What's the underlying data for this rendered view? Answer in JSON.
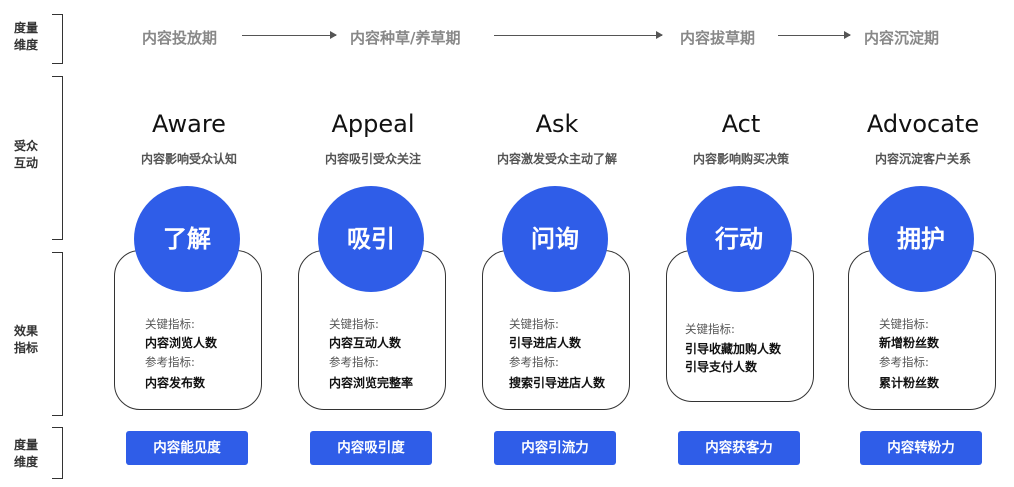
{
  "side_labels": {
    "top": "度量\n维度",
    "mid": "受众\n互动",
    "effect": "效果\n指标",
    "bottom": "度量\n维度"
  },
  "phases": [
    "内容投放期",
    "内容种草/养草期",
    "内容拔草期",
    "内容沉淀期"
  ],
  "stages": [
    {
      "en": "Aware",
      "cn_sub": "内容影响受众认知",
      "circle": "了解",
      "key_head": "关键指标:",
      "key_val": "内容浏览人数",
      "ref_head": "参考指标:",
      "ref_val": "内容发布数",
      "badge": "内容能见度"
    },
    {
      "en": "Appeal",
      "cn_sub": "内容吸引受众关注",
      "circle": "吸引",
      "key_head": "关键指标:",
      "key_val": "内容互动人数",
      "ref_head": "参考指标:",
      "ref_val": "内容浏览完整率",
      "badge": "内容吸引度"
    },
    {
      "en": "Ask",
      "cn_sub": "内容激发受众主动了解",
      "circle": "问询",
      "key_head": "关键指标:",
      "key_val": "引导进店人数",
      "ref_head": "参考指标:",
      "ref_val": "搜索引导进店人数",
      "badge": "内容引流力"
    },
    {
      "en": "Act",
      "cn_sub": "内容影响购买决策",
      "circle": "行动",
      "key_head": "关键指标:",
      "key_val": "引导收藏加购人数",
      "key_val2": "引导支付人数",
      "badge": "内容获客力"
    },
    {
      "en": "Advocate",
      "cn_sub": "内容沉淀客户关系",
      "circle": "拥护",
      "key_head": "关键指标:",
      "key_val": "新增粉丝数",
      "ref_head": "参考指标:",
      "ref_val": "累计粉丝数",
      "badge": "内容转粉力"
    }
  ]
}
